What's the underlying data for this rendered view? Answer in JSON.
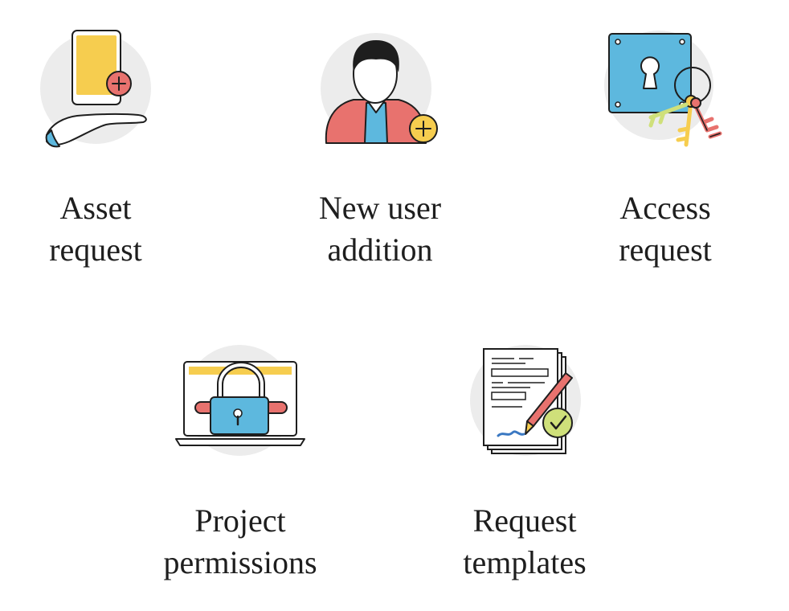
{
  "tiles": [
    {
      "id": "asset-request",
      "icon": "phone-in-hand-icon",
      "line1": "Asset",
      "line2": "request"
    },
    {
      "id": "new-user-addition",
      "icon": "add-user-icon",
      "line1": "New user",
      "line2": "addition"
    },
    {
      "id": "access-request",
      "icon": "door-lock-keys-icon",
      "line1": "Access",
      "line2": "request"
    },
    {
      "id": "project-permissions",
      "icon": "locked-laptop-icon",
      "line1": "Project",
      "line2": "permissions"
    },
    {
      "id": "request-templates",
      "icon": "signed-document-icon",
      "line1": "Request",
      "line2": "templates"
    }
  ],
  "colors": {
    "circle": "#ececec",
    "stroke": "#1e1e1e",
    "yellow": "#f6cd4f",
    "red": "#e8726e",
    "blue": "#5db8de",
    "green": "#cfe07a"
  }
}
